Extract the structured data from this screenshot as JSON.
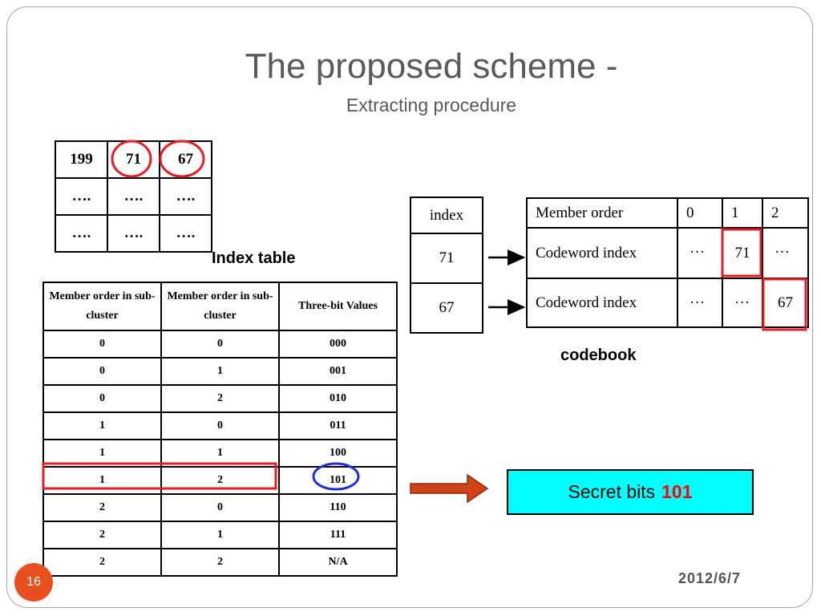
{
  "slide": {
    "title": "The proposed scheme -",
    "subtitle": "Extracting procedure",
    "page_number": "16",
    "date": "2012/6/7"
  },
  "index_table": {
    "label": "Index table",
    "rows": [
      [
        "199",
        "71",
        "67"
      ],
      [
        "….",
        "….",
        "…."
      ],
      [
        "….",
        "….",
        "…."
      ]
    ],
    "circled": [
      "71",
      "67"
    ]
  },
  "index_list": {
    "header": "index",
    "values": [
      "71",
      "67"
    ]
  },
  "codebook": {
    "label": "codebook",
    "header": [
      "Member order",
      "0",
      "1",
      "2"
    ],
    "rows": [
      [
        "Codeword index",
        "…",
        "71",
        "…"
      ],
      [
        "Codeword index",
        "…",
        "…",
        "67"
      ]
    ],
    "boxed": [
      "71",
      "67"
    ]
  },
  "mapping_table": {
    "headers": [
      "Member order in sub-cluster",
      "Member order in sub-cluster",
      "Three-bit Values"
    ],
    "rows": [
      [
        "0",
        "0",
        "000"
      ],
      [
        "0",
        "1",
        "001"
      ],
      [
        "0",
        "2",
        "010"
      ],
      [
        "1",
        "0",
        "011"
      ],
      [
        "1",
        "1",
        "100"
      ],
      [
        "1",
        "2",
        "101"
      ],
      [
        "2",
        "0",
        "110"
      ],
      [
        "2",
        "1",
        "111"
      ],
      [
        "2",
        "2",
        "N/A"
      ]
    ],
    "highlighted_row": "1 2 101"
  },
  "result": {
    "text": "Secret bits",
    "bits": "101",
    "box_color": "#00ffff",
    "bits_color": "#ff0000"
  },
  "colors": {
    "highlight_red": "#e31e24",
    "highlight_blue": "#1f2fd4",
    "arrow_fill": "#d04418",
    "page_badge": "#e8501f"
  }
}
